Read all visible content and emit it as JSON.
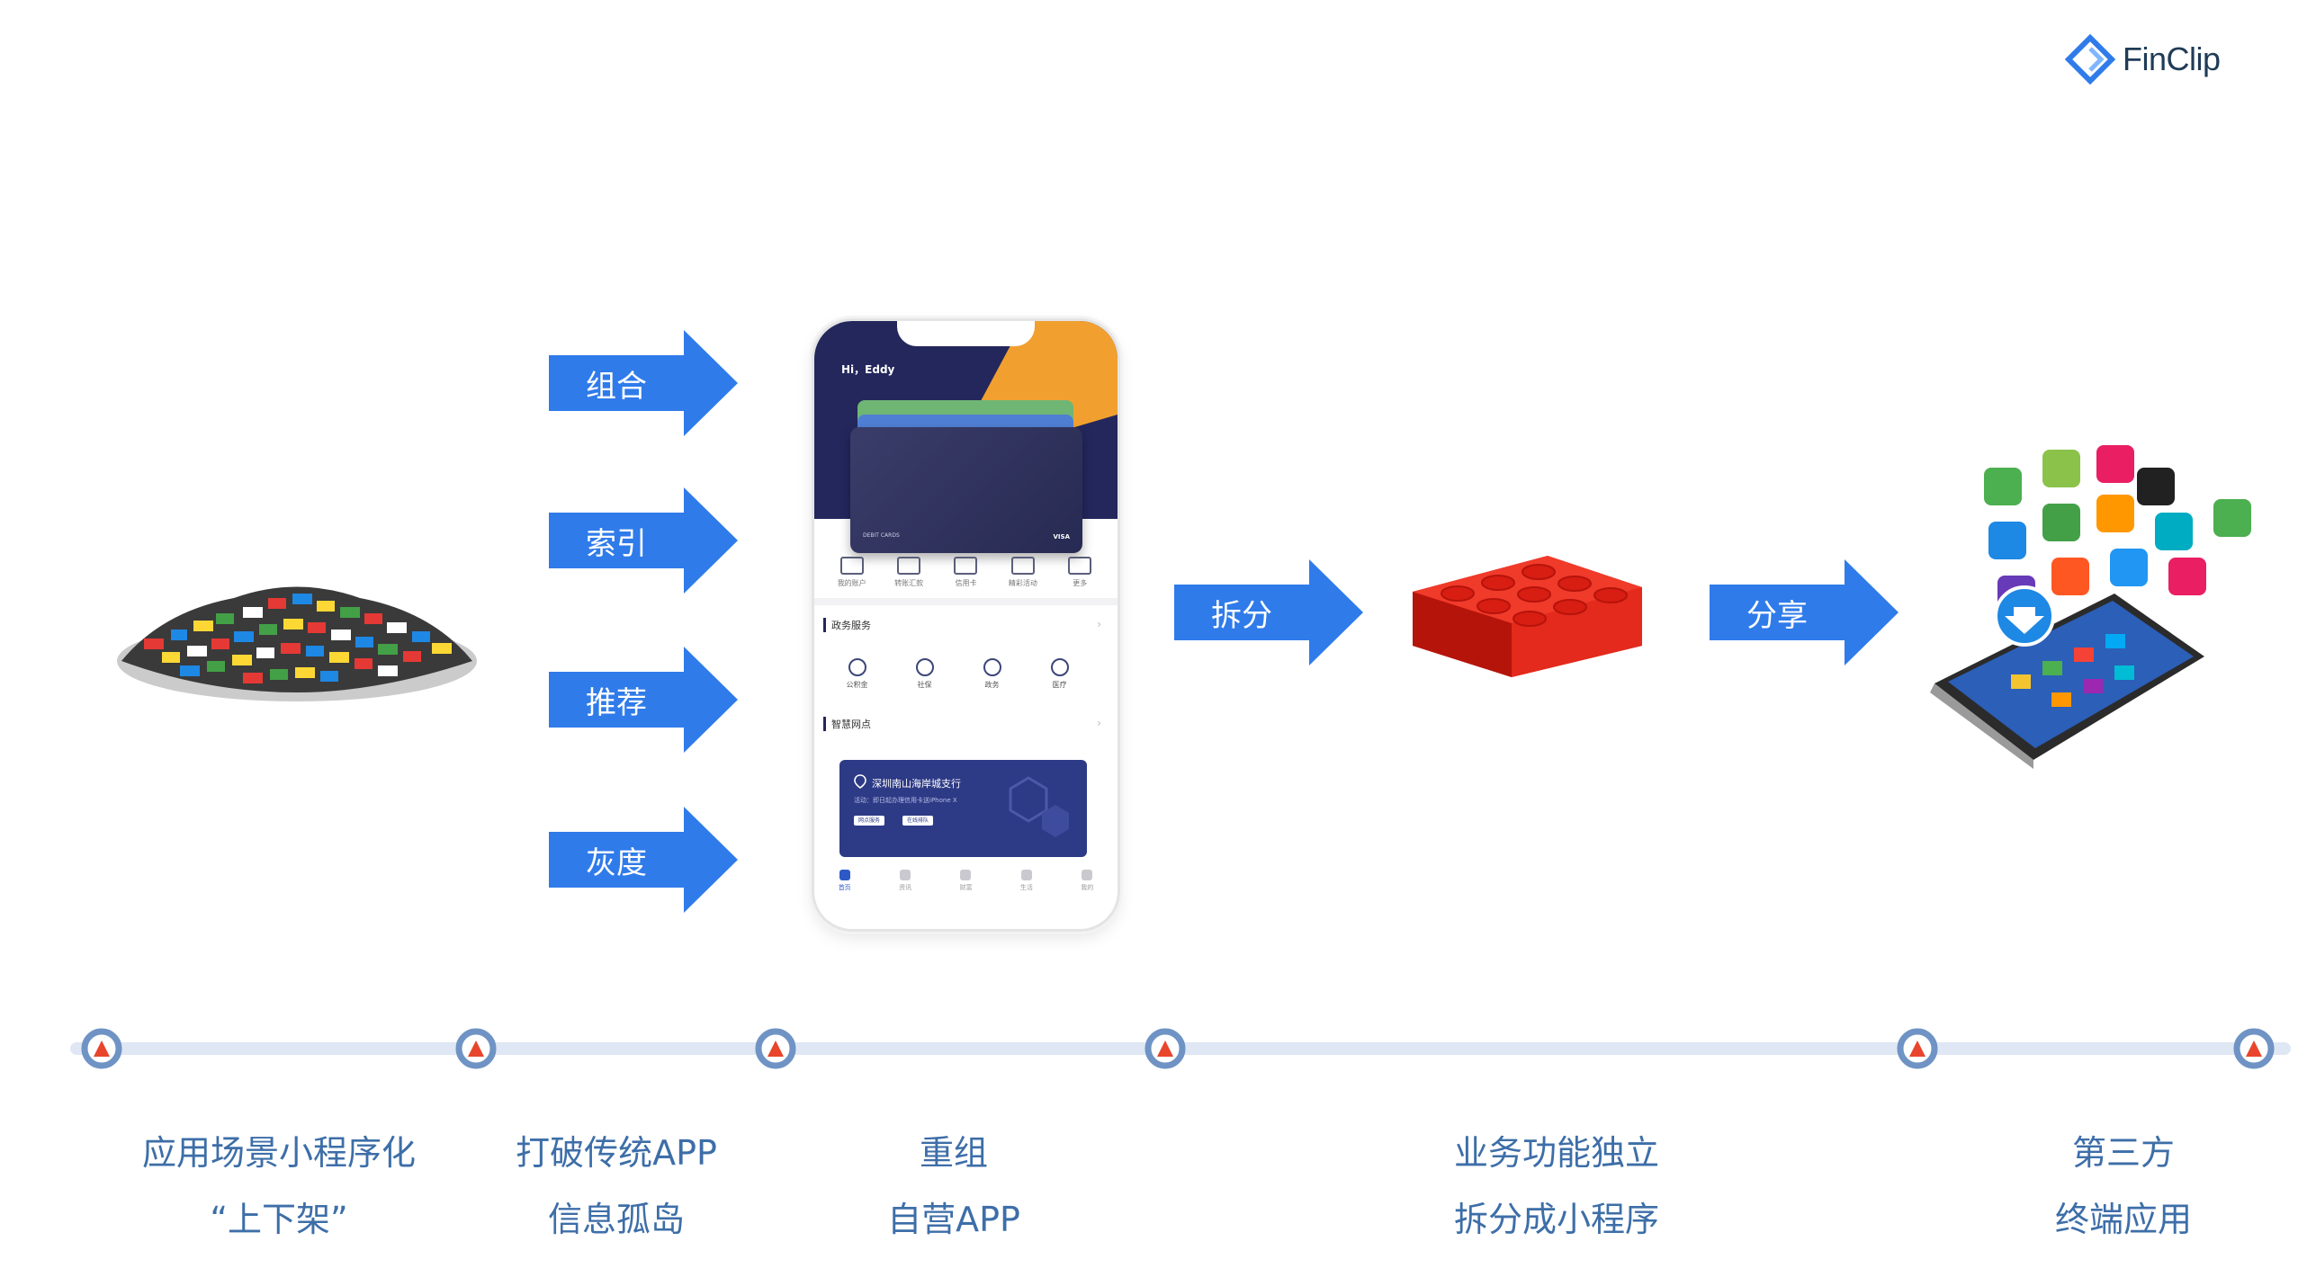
{
  "brand": {
    "logo_text": "FinClip",
    "logo_icon": "finclip-diamond-icon",
    "accent": "#2f7bea"
  },
  "left_arrows": [
    {
      "label": "组合"
    },
    {
      "label": "索引"
    },
    {
      "label": "推荐"
    },
    {
      "label": "灰度"
    }
  ],
  "phone": {
    "greeting": "Hi，Eddy",
    "card_label": "DEBIT CARDS",
    "card_brand": "VISA",
    "quick_actions": [
      "我的账户",
      "转账汇款",
      "信用卡",
      "精彩活动",
      "更多"
    ],
    "section_gov": "政务服务",
    "gov_items": [
      "公积金",
      "社保",
      "政务",
      "医疗"
    ],
    "section_branch": "智慧网点",
    "branch_name": "深圳南山海岸城支行",
    "branch_sub": "活动：即日起办理信用卡送iPhone X",
    "branch_buttons": [
      "网点服务",
      "在线排队"
    ],
    "tabs": [
      "首页",
      "资讯",
      "财富",
      "生活",
      "我的"
    ]
  },
  "mid_arrows": [
    {
      "label": "拆分"
    },
    {
      "label": "分享"
    }
  ],
  "timeline": {
    "colors": {
      "line": "#dfe7f4",
      "node_ring": "#6f93c4",
      "node_center": "#e8452c",
      "text": "#3d6ea8"
    },
    "labels": [
      {
        "line1": "应用场景小程序化",
        "line2": "“上下架”"
      },
      {
        "line1": "打破传统APP",
        "line2": "信息孤岛"
      },
      {
        "line1": "重组",
        "line2": "自营APP"
      },
      {
        "line1": "业务功能独立",
        "line2": "拆分成小程序"
      },
      {
        "line1": "第三方",
        "line2": "终端应用"
      }
    ]
  }
}
